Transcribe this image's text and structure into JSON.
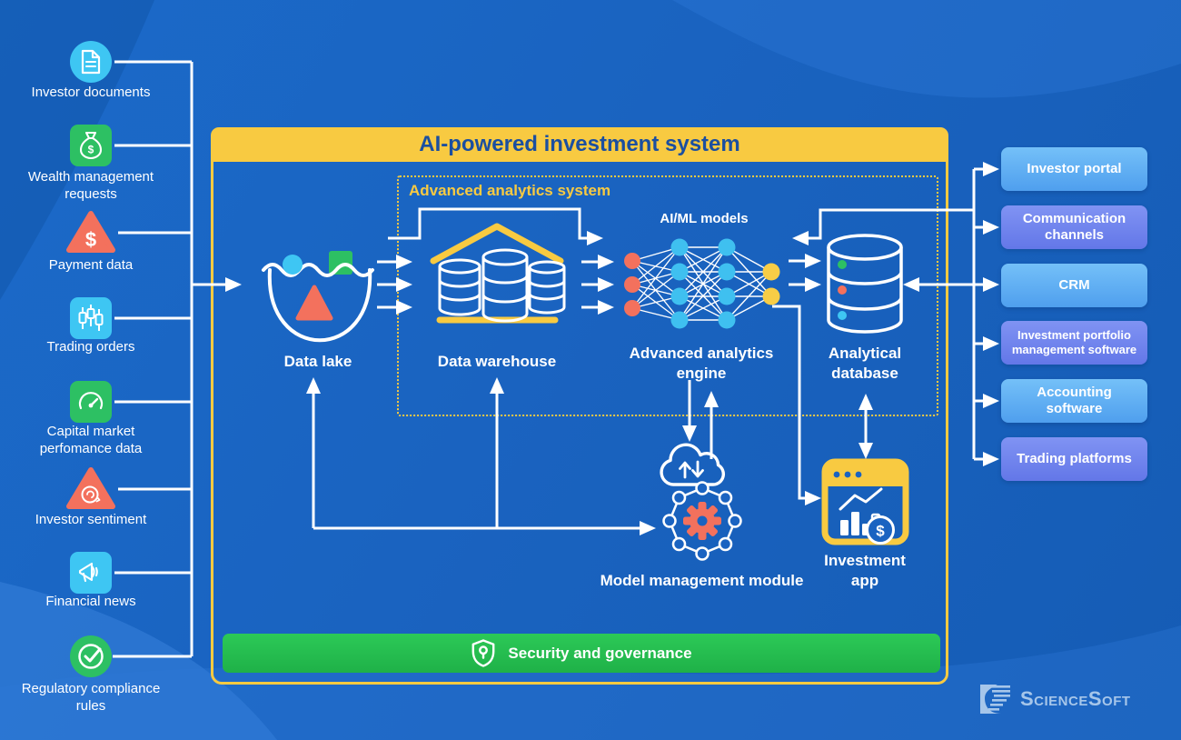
{
  "title": "AI-powered investment system",
  "analytics_title": "Advanced analytics system",
  "sources": [
    {
      "label": "Investor documents",
      "icon": "document"
    },
    {
      "label": "Wealth management requests",
      "icon": "money-bag"
    },
    {
      "label": "Payment data",
      "icon": "payment-dollar-triangle"
    },
    {
      "label": "Trading orders",
      "icon": "candlestick-chart"
    },
    {
      "label": "Capital market perfomance data",
      "icon": "gauge"
    },
    {
      "label": "Investor sentiment",
      "icon": "mind-triangle"
    },
    {
      "label": "Financial news",
      "icon": "megaphone"
    },
    {
      "label": "Regulatory compliance rules",
      "icon": "check-circle"
    }
  ],
  "components": {
    "data_lake": "Data lake",
    "data_warehouse": "Data warehouse",
    "aiml_models": "AI/ML models",
    "analytics_engine": "Advanced analytics engine",
    "analytical_database": "Analytical database",
    "model_management": "Model management module",
    "investment_app": "Investment app"
  },
  "security_label": "Security and governance",
  "integrations": [
    {
      "label": "Investor portal",
      "variant": "light"
    },
    {
      "label": "Communication channels",
      "variant": "dark"
    },
    {
      "label": "CRM",
      "variant": "light"
    },
    {
      "label": "Investment portfolio management software",
      "variant": "dark"
    },
    {
      "label": "Accounting software",
      "variant": "light"
    },
    {
      "label": "Trading platforms",
      "variant": "dark"
    }
  ],
  "logo_text": "ScienceSoft",
  "glyphs": {
    "dollar": "$"
  },
  "colors": {
    "background_blue": "#1a63c0",
    "accent_yellow": "#f8ca41",
    "title_navy": "#1b4fa0",
    "security_green": "#27c351",
    "icon_green": "#2dc063",
    "icon_cyan": "#3ec6f3",
    "icon_coral": "#f3715d",
    "integration_light_blue": "#5fb0f4",
    "integration_periwinkle": "#7186ee",
    "logo_pale_blue": "#a6c6ea"
  }
}
